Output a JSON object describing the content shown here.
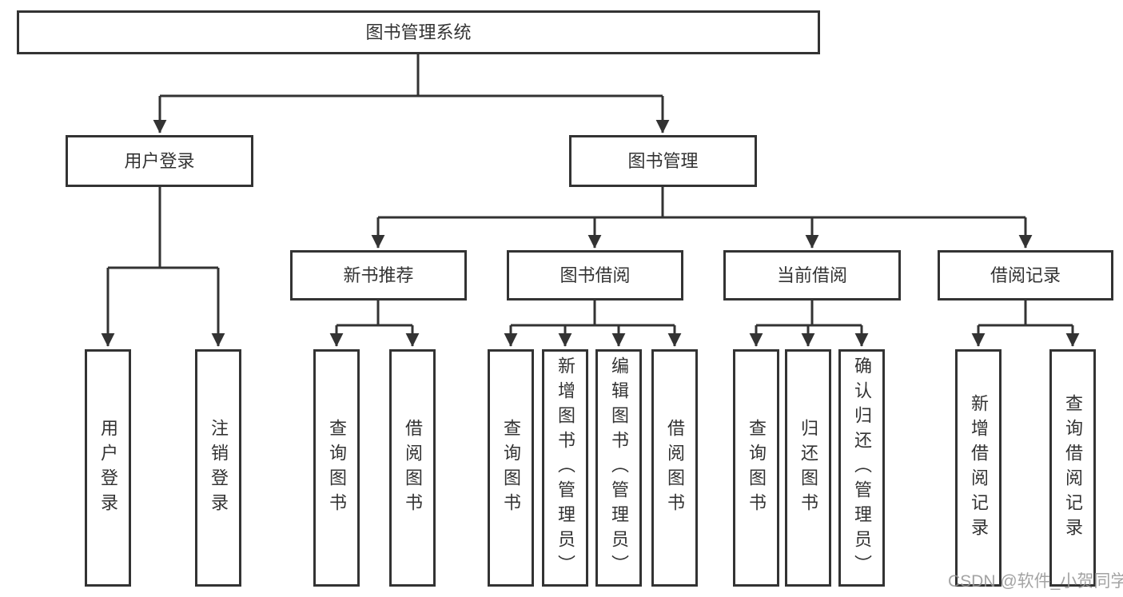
{
  "diagram": {
    "root": {
      "label": "图书管理系统"
    },
    "level2": [
      {
        "id": "user-login",
        "label": "用户登录"
      },
      {
        "id": "book-management",
        "label": "图书管理"
      }
    ],
    "level3": [
      {
        "id": "new-book-recommend",
        "label": "新书推荐",
        "parent": "图书管理"
      },
      {
        "id": "book-borrowing",
        "label": "图书借阅",
        "parent": "图书管理"
      },
      {
        "id": "current-borrowing",
        "label": "当前借阅",
        "parent": "图书管理"
      },
      {
        "id": "borrowing-records",
        "label": "借阅记录",
        "parent": "图书管理"
      }
    ],
    "leaves": [
      {
        "label": "用户登录",
        "parent": "用户登录"
      },
      {
        "label": "注销登录",
        "parent": "用户登录"
      },
      {
        "label": "查询图书",
        "parent": "新书推荐"
      },
      {
        "label": "借阅图书",
        "parent": "新书推荐"
      },
      {
        "label": "查询图书",
        "parent": "图书借阅"
      },
      {
        "label": "新增图书（管理员）",
        "parent": "图书借阅"
      },
      {
        "label": "编辑图书（管理员）",
        "parent": "图书借阅"
      },
      {
        "label": "借阅图书",
        "parent": "图书借阅"
      },
      {
        "label": "查询图书",
        "parent": "当前借阅"
      },
      {
        "label": "归还图书",
        "parent": "当前借阅"
      },
      {
        "label": "确认归还（管理员）",
        "parent": "当前借阅"
      },
      {
        "label": "新增借阅记录",
        "parent": "借阅记录"
      },
      {
        "label": "查询借阅记录",
        "parent": "借阅记录"
      }
    ]
  },
  "watermark": {
    "text": "CSDN @软件_小贺同学"
  },
  "colors": {
    "line": "#333333",
    "border": "#333333",
    "text": "#333333",
    "box_fill": "#ffffff",
    "watermark": "#969696",
    "background": "#ffffff"
  }
}
